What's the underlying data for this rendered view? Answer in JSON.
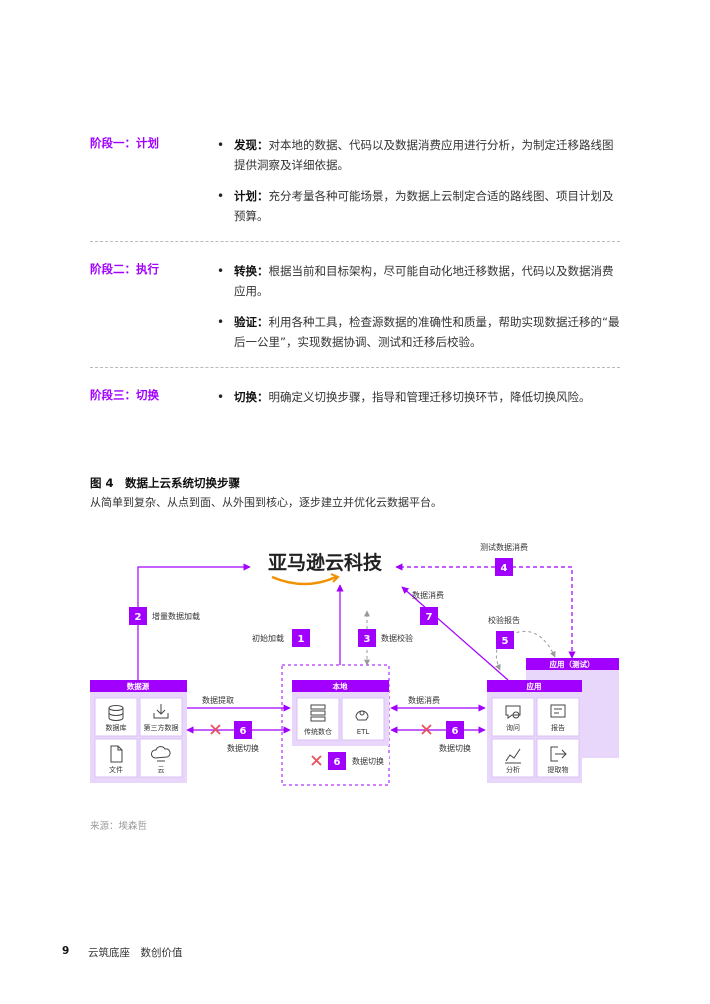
{
  "stages": [
    {
      "title": "阶段一：计划",
      "bullets": [
        {
          "term": "发现：",
          "text": "对本地的数据、代码以及数据消费应用进行分析，为制定迁移路线图提供洞察及详细依据。"
        },
        {
          "term": "计划：",
          "text": "充分考量各种可能场景，为数据上云制定合适的路线图、项目计划及预算。"
        }
      ]
    },
    {
      "title": "阶段二：执行",
      "bullets": [
        {
          "term": "转换：",
          "text": "根据当前和目标架构，尽可能自动化地迁移数据，代码以及数据消费应用。"
        },
        {
          "term": "验证：",
          "text": "利用各种工具，检查源数据的准确性和质量，帮助实现数据迁移的“最后一公里”，实现数据协调、测试和迁移后校验。"
        }
      ]
    },
    {
      "title": "阶段三：切换",
      "bullets": [
        {
          "term": "切换：",
          "text": "明确定义切换步骤，指导和管理迁移切换环节，降低切换风险。"
        }
      ]
    }
  ],
  "figure": {
    "title": "图 4　数据上云系统切换步骤",
    "subtitle": "从简单到复杂、从点到面、从外围到核心，逐步建立并优化云数据平台。",
    "logo_text": "亚马逊云科技",
    "boxes": {
      "source": {
        "title": "数据源",
        "items": [
          "数据库",
          "第三方数据",
          "文件",
          "云"
        ]
      },
      "local": {
        "title": "本地",
        "items": [
          "传统数仓",
          "ETL"
        ]
      },
      "app": {
        "title": "应用",
        "items": [
          "询问",
          "报告",
          "分析",
          "提取物"
        ]
      },
      "app_test": {
        "title": "应用（测试）"
      }
    },
    "steps": [
      {
        "num": "1",
        "label": "初始加载"
      },
      {
        "num": "2",
        "label": "增量数据加载"
      },
      {
        "num": "3",
        "label": "数据校验"
      },
      {
        "num": "4",
        "label": "测试数据消费"
      },
      {
        "num": "5",
        "label": "校验报告"
      },
      {
        "num": "6",
        "label": "数据切换"
      },
      {
        "num": "7",
        "label": "数据消费"
      }
    ],
    "flow_labels": {
      "extract": "数据提取",
      "consume": "数据消费"
    },
    "source_note": "来源：埃森哲"
  },
  "footer": {
    "page": "9",
    "text": "云筑底座　数创价值"
  },
  "colors": {
    "accent": "#a100ff",
    "box_fill": "#e9d6fb",
    "box_header": "#a100ff",
    "red_x": "#e8505b",
    "gray_arrow": "#999999"
  }
}
